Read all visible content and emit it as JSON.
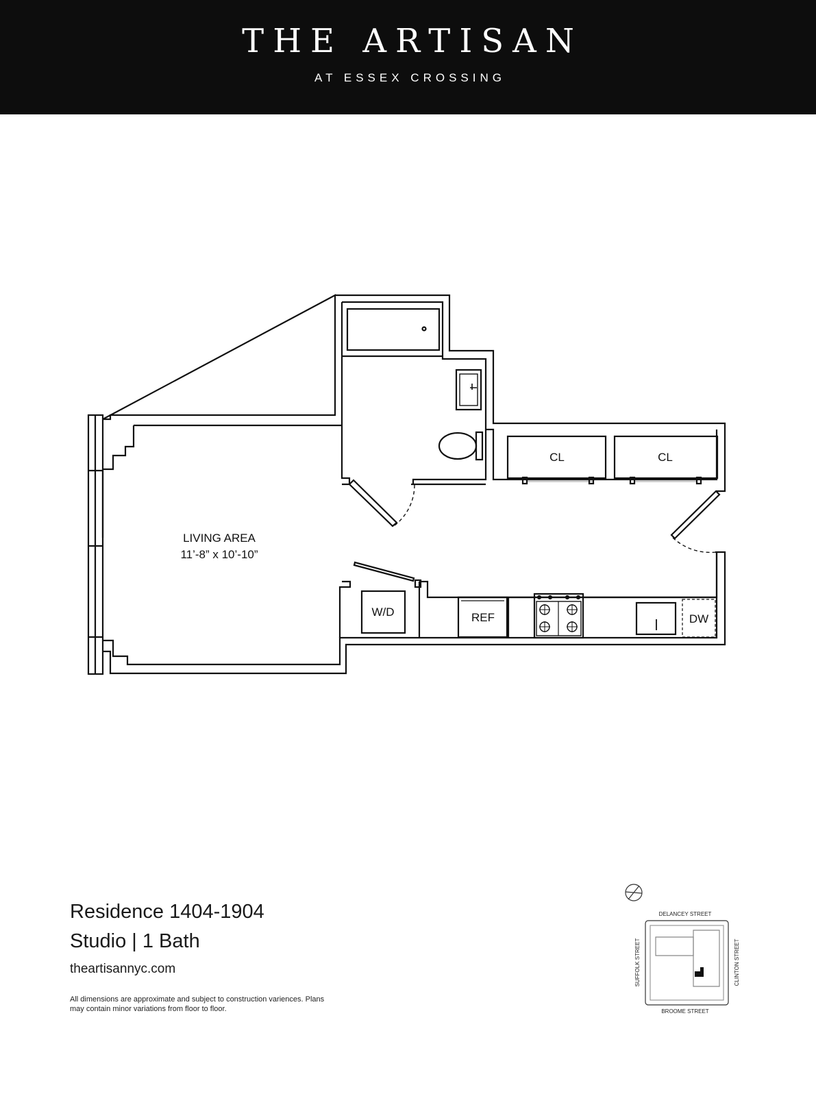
{
  "header": {
    "title": "THE ARTISAN",
    "subtitle": "AT ESSEX CROSSING"
  },
  "floorplan": {
    "living_area_label": "LIVING AREA",
    "living_area_dims": "11’-8” x 10’-10”",
    "closet_label_1": "CL",
    "closet_label_2": "CL",
    "washer_dryer_label": "W/D",
    "refrigerator_label": "REF",
    "dishwasher_label": "DW"
  },
  "residence": {
    "name": "Residence 1404-1904",
    "type": "Studio | 1 Bath",
    "website": "theartisannyc.com",
    "disclaimer": "All dimensions are approximate and subject to construction variences. Plans may contain minor variations from floor to floor."
  },
  "keymap": {
    "north_street": "DELANCEY STREET",
    "south_street": "BROOME STREET",
    "west_street": "SUFFOLK STREET",
    "east_street": "CLINTON STREET"
  }
}
